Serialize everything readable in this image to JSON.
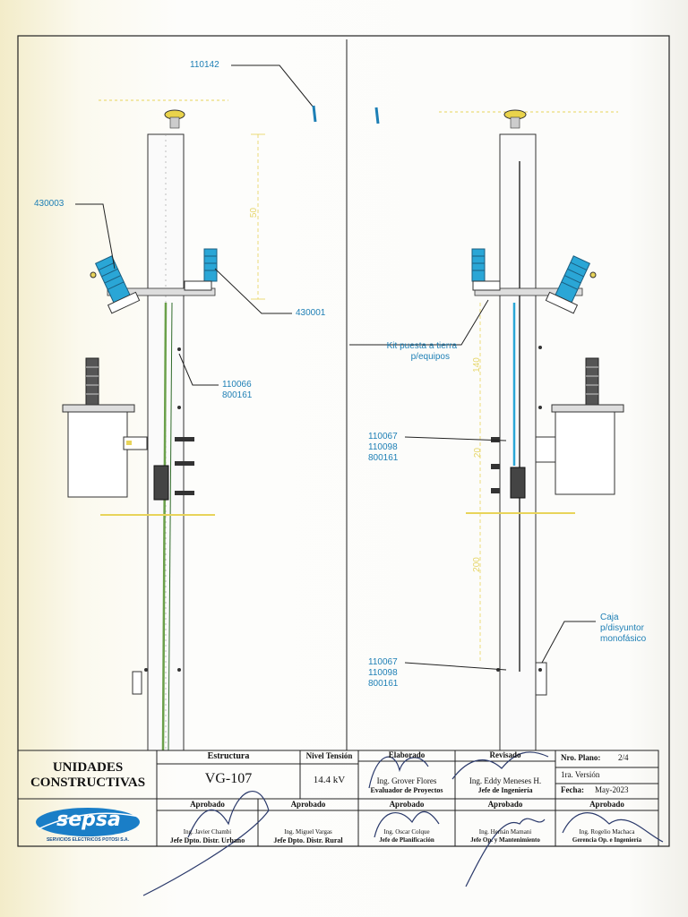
{
  "drawing": {
    "codes": {
      "top": "110142",
      "left_insulator": "430003",
      "right_insulator": "430001",
      "left_ground": [
        "110066",
        "800161"
      ],
      "kit_label": [
        "Kit puesta a tierra",
        "p/equipos"
      ],
      "mid_group": [
        "110067",
        "110098",
        "800161"
      ],
      "low_group": [
        "110067",
        "110098",
        "800161"
      ],
      "caja_label": [
        "Caja",
        "p/disyuntor",
        "monofásico"
      ]
    },
    "dimensions": {
      "left_50": "50",
      "right_140": "140",
      "right_20": "20",
      "right_200": "200"
    }
  },
  "title_block": {
    "unidades": [
      "UNIDADES",
      "CONSTRUCTIVAS"
    ],
    "estructura_label": "Estructura",
    "estructura_value": "VG-107",
    "nivel_label": "Nivel Tensión",
    "nivel_value": "14.4 kV",
    "elaborado_label": "Elaborado",
    "elaborado_name": "Ing. Grover Flores",
    "elaborado_role": "Evaluador de Proyectos",
    "revisado_label": "Revisado",
    "revisado_name": "Ing. Eddy Meneses H.",
    "revisado_role": "Jefe de Ingeniería",
    "plano_label": "Nro. Plano:",
    "plano_value": "2/4",
    "version": "1ra. Versión",
    "fecha_label": "Fecha:",
    "fecha_value": "May-2023",
    "logo_text": "sepsa",
    "logo_sub": "SERVICIOS ELECTRICOS POTOSI S.A.",
    "aprob1_label": "Aprobado",
    "aprob1_name": "Ing. Javier Chambi",
    "aprob1_role": "Jefe Dpto. Distr. Urbano",
    "aprob2_label": "Aprobado",
    "aprob2_name": "Ing. Miguel Vargas",
    "aprob2_role": "Jefe Dpto. Distr. Rural",
    "aprob3_label": "Aprobado",
    "aprob3_name": "Ing. Oscar Colque",
    "aprob3_role": "Jefe de Planificación",
    "aprob4_label": "Aprobado",
    "aprob4_name": "Ing. Hernán Mamani",
    "aprob4_role": "Jefe Op. y Mantenimiento",
    "aprob5_label": "Aprobado",
    "aprob5_name": "Ing. Rogelio Machaca",
    "aprob5_role": "Gerencia Op. e Ingeniería"
  },
  "colors": {
    "accent_blue": "#1d7fb5",
    "insulator_blue": "#2aa6d6",
    "ground_green": "#6aa04a",
    "dim_yellow": "#e8d45a"
  }
}
